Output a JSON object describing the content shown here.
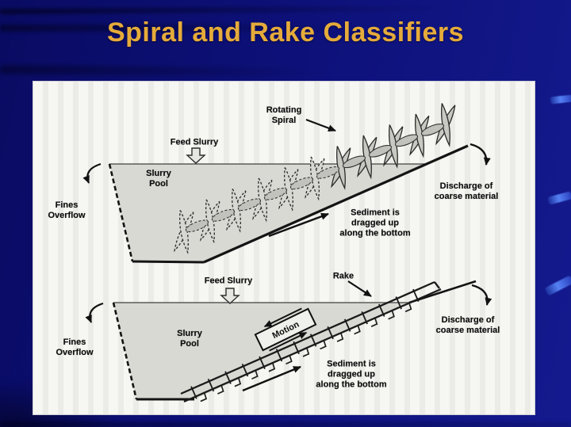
{
  "slide": {
    "title": "Spiral and Rake Classifiers"
  },
  "colors": {
    "background_navy": "#0d1078",
    "title_gold": "#e5ab3a",
    "panel_white": "#f5f5f1",
    "tank_gray": "#d9d9d4",
    "line_ink": "#141414",
    "ribbon_blue": "#5581f4"
  },
  "diagrams": {
    "spiral": {
      "labels": {
        "rotating_spiral": [
          "Rotating",
          "Spiral"
        ],
        "feed_slurry": "Feed Slurry",
        "slurry_pool": [
          "Slurry",
          "Pool"
        ],
        "fines_overflow": [
          "Fines",
          "Overflow"
        ],
        "sediment": [
          "Sediment is",
          "dragged up",
          "along the bottom"
        ],
        "discharge": [
          "Discharge of",
          "coarse material"
        ]
      }
    },
    "rake": {
      "labels": {
        "feed_slurry": "Feed Slurry",
        "rake": "Rake",
        "motion": "Motion",
        "slurry_pool": [
          "Slurry",
          "Pool"
        ],
        "fines_overflow": [
          "Fines",
          "Overflow"
        ],
        "sediment": [
          "Sediment is",
          "dragged up",
          "along the bottom"
        ],
        "discharge": [
          "Discharge of",
          "coarse material"
        ]
      }
    }
  }
}
